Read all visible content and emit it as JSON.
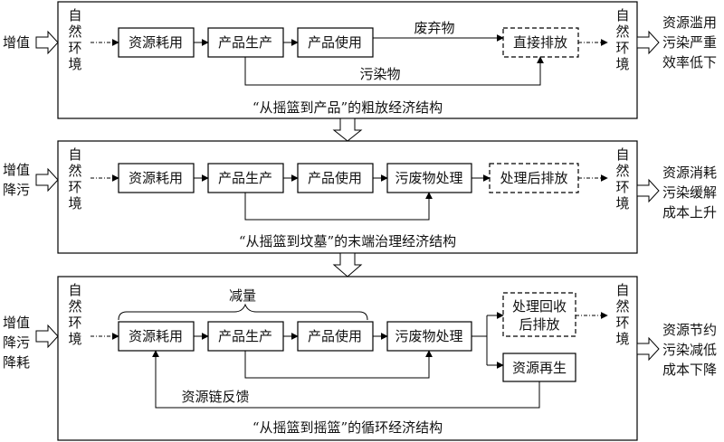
{
  "panels": [
    {
      "caption": "“从摇篮到产品”的粗放经济结构",
      "input_lines": [
        "增值"
      ],
      "env_left": [
        "自",
        "然",
        "环",
        "境"
      ],
      "env_right": [
        "自",
        "然",
        "环",
        "境"
      ],
      "nodes": [
        "资源耗用",
        "产品生产",
        "产品使用",
        "直接排放"
      ],
      "flow_labels": {
        "waste": "废弃物",
        "pollutant": "污染物"
      },
      "output_lines": [
        "资源滥用",
        "污染严重",
        "效率低下"
      ]
    },
    {
      "caption": "“从摇篮到坟墓”的末端治理经济结构",
      "input_lines": [
        "增值",
        "降污"
      ],
      "env_left": [
        "自",
        "然",
        "环",
        "境"
      ],
      "env_right": [
        "自",
        "然",
        "环",
        "境"
      ],
      "nodes": [
        "资源耗用",
        "产品生产",
        "产品使用",
        "污废物处理",
        "处理后排放"
      ],
      "output_lines": [
        "资源消耗",
        "污染缓解",
        "成本上升"
      ]
    },
    {
      "caption": "“从摇篮到摇篮”的循环经济结构",
      "input_lines": [
        "增值",
        "降污",
        "降耗"
      ],
      "env_left": [
        "自",
        "然",
        "环",
        "境"
      ],
      "env_right": [
        "自",
        "然",
        "环",
        "境"
      ],
      "nodes": [
        "资源耗用",
        "产品生产",
        "产品使用",
        "污废物处理",
        "资源再生"
      ],
      "discharge_lines": [
        "处理回收",
        "后排放"
      ],
      "brace_label": "减量",
      "feedback_label": "资源链反馈",
      "output_lines": [
        "资源节约",
        "污染减低",
        "成本下降"
      ]
    }
  ]
}
